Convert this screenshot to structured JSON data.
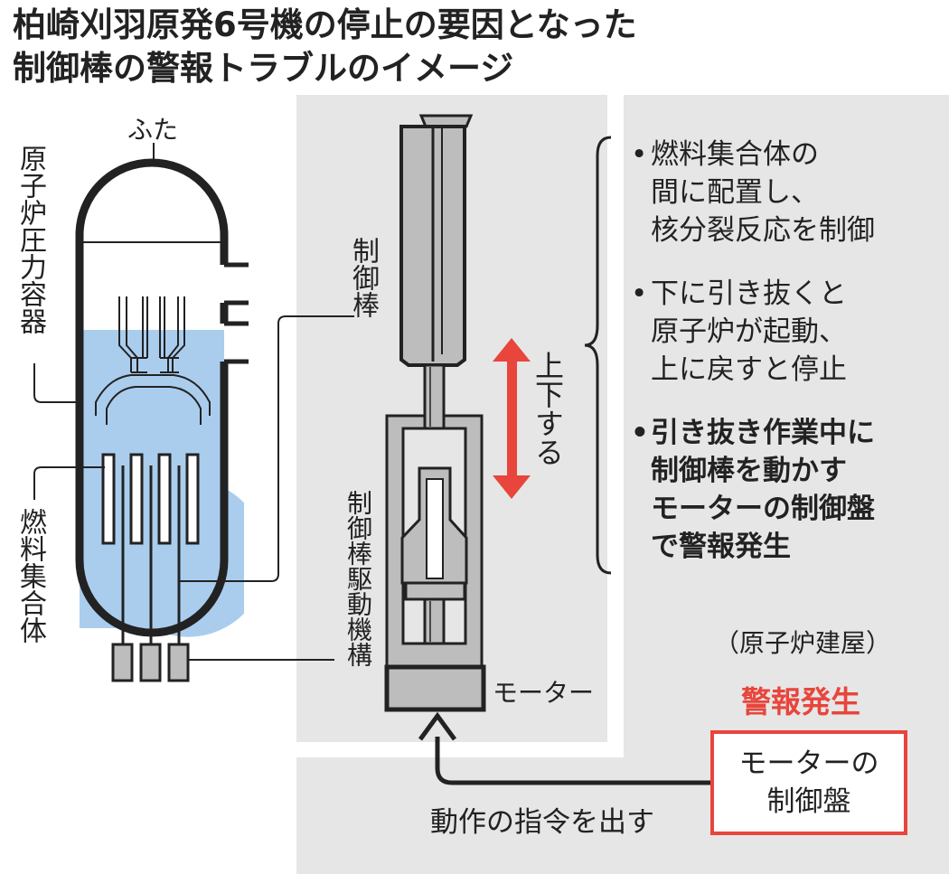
{
  "title": {
    "line1": "柏崎刈羽原発6号機の停止の要因となった",
    "line2": "制御棒の警報トラブルのイメージ"
  },
  "vessel": {
    "lid_label": "ふた",
    "vessel_label": "原子炉圧力容器",
    "fuel_label": "燃料集合体"
  },
  "labels": {
    "control_rod": "制御棒",
    "drive_mechanism": "制御棒駆動機構",
    "motor": "モーター",
    "up_down": "上下する",
    "building": "（原子炉建屋）",
    "command": "動作の指令を出す"
  },
  "bullets": [
    {
      "lines": [
        "燃料集合体の",
        "間に配置し、",
        "核分裂反応を制御"
      ],
      "bold": false
    },
    {
      "lines": [
        "下に引き抜くと",
        "原子炉が起動、",
        "上に戻すと停止"
      ],
      "bold": false
    },
    {
      "lines": [
        "引き抜き作業中に",
        "制御棒を動かす",
        "モーターの制御盤",
        "で警報発生"
      ],
      "bold": true
    }
  ],
  "bullet_mark": "•",
  "alarm": {
    "heading": "警報発生",
    "panel_line1": "モーターの",
    "panel_line2": "制御盤"
  },
  "colors": {
    "water": "#aacdee",
    "building_bg": "#e6e6e6",
    "alarm_red": "#e8453c",
    "arrow_red": "#e8453c",
    "part_gray": "#bdbdbd",
    "ink": "#222222"
  }
}
